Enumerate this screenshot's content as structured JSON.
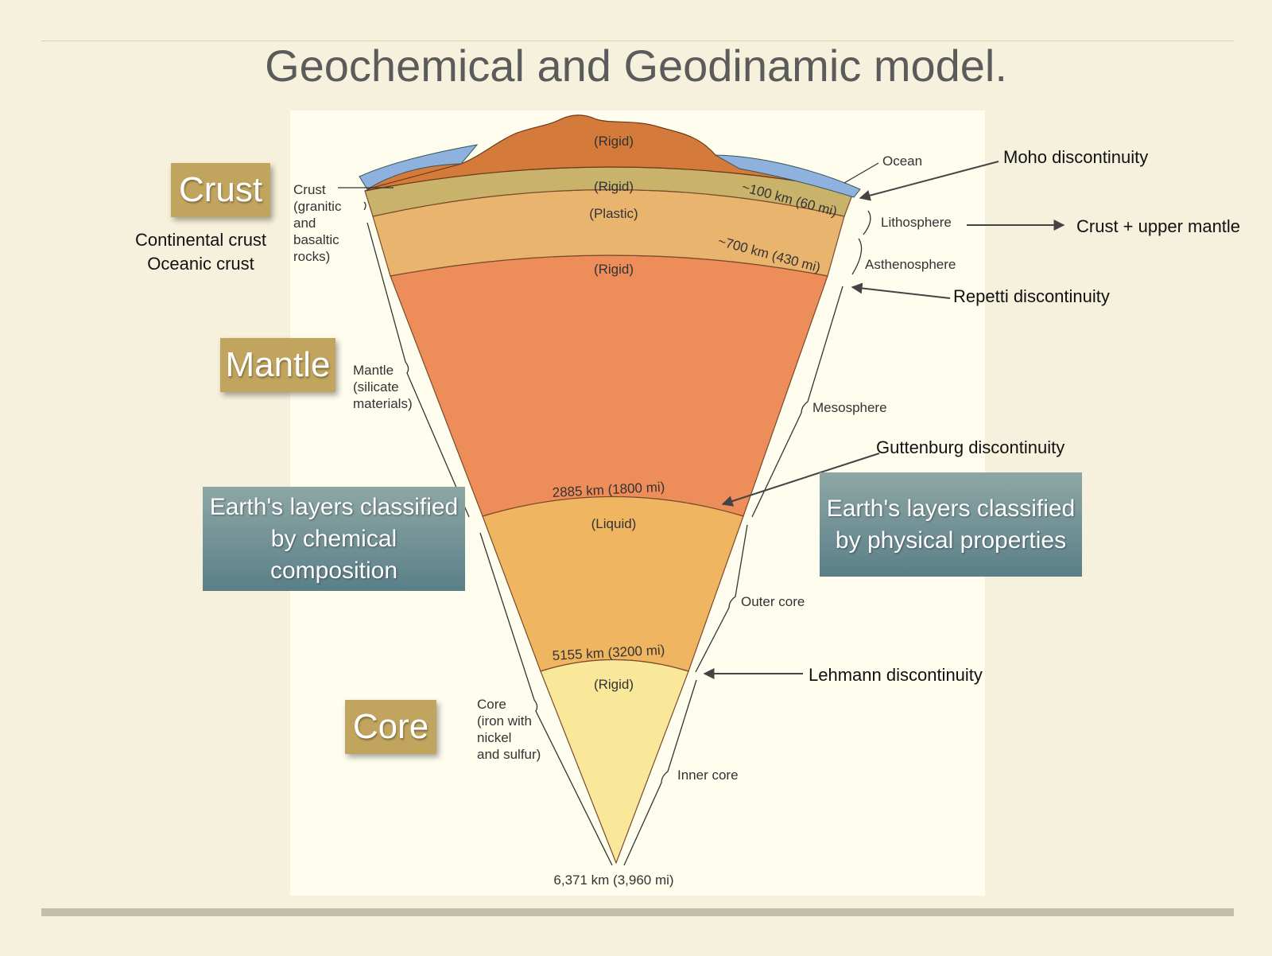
{
  "title": "Geochemical and Geodinamic model.",
  "boxes": {
    "crust": "Crust",
    "mantle": "Mantle",
    "core": "Core",
    "chemical": "Earth's layers classified by chemical composition",
    "physical": "Earth's layers classified by physical properties"
  },
  "notes": {
    "continental_crust": "Continental crust",
    "oceanic_crust": "Oceanic crust",
    "moho": "Moho discontinuity",
    "crust_upper_mantle": "Crust + upper mantle",
    "repetti": "Repetti discontinuity",
    "guttenburg": "Guttenburg discontinuity",
    "lehmann": "Lehmann discontinuity"
  },
  "figure": {
    "rigid_top": "(Rigid)",
    "rigid_lith": "(Rigid)",
    "plastic": "(Plastic)",
    "rigid_meso": "(Rigid)",
    "liquid": "(Liquid)",
    "rigid_inner": "(Rigid)",
    "depth_100": "~100 km (60 mi)",
    "depth_700": "~700 km (430 mi)",
    "depth_2885": "2885 km (1800 mi)",
    "depth_5155": "5155 km (3200 mi)",
    "depth_6371": "6,371 km (3,960 mi)",
    "ocean": "Ocean",
    "lithosphere": "Lithosphere",
    "asthenosphere": "Asthenosphere",
    "mesosphere": "Mesosphere",
    "outer_core": "Outer core",
    "inner_core": "Inner core",
    "crust_label_lines": [
      "Crust",
      "(granitic",
      "and",
      "basaltic",
      "rocks)"
    ],
    "mantle_label_lines": [
      "Mantle",
      "(silicate",
      "materials)"
    ],
    "core_label_lines": [
      "Core",
      "(iron with",
      "nickel",
      "and sulfur)"
    ]
  },
  "colors": {
    "ocean": "#8fb1de",
    "crust_land": "#d47a3a",
    "lithosphere_mantle": "#c9b36b",
    "asthenosphere": "#e9b46e",
    "mesosphere": "#ec8d5a",
    "outer_core": "#f0b561",
    "inner_core": "#f9e79a",
    "gold_box": "#c1a45d",
    "teal_box": "#6f8f94"
  }
}
